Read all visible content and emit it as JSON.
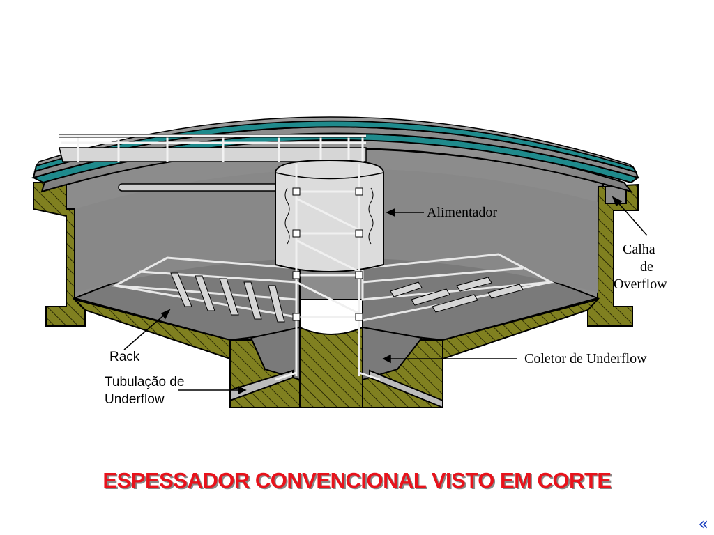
{
  "labels": {
    "alimentador": "Alimentador",
    "calha": "Calha",
    "calha_de": "de",
    "overflow": "Overflow",
    "rack": "Rack",
    "tubulacao_1": "Tubulação de",
    "tubulacao_2": "Underflow",
    "coletor": "Coletor de Underflow"
  },
  "caption": "ESPESSADOR CONVENCIONAL VISTO EM CORTE",
  "nav": {
    "back": "«"
  },
  "colors": {
    "caption": "#e8121b",
    "nav": "#1a3fbf",
    "wall": "#808020",
    "wall_dark": "#4a4a10",
    "roof": "#1f8a8c",
    "interior": "#8c8c8c",
    "interior_dark": "#6f6f6f",
    "steel": "#d6d6d6",
    "feedwell": "#dcdcdc",
    "outline": "#000000"
  }
}
